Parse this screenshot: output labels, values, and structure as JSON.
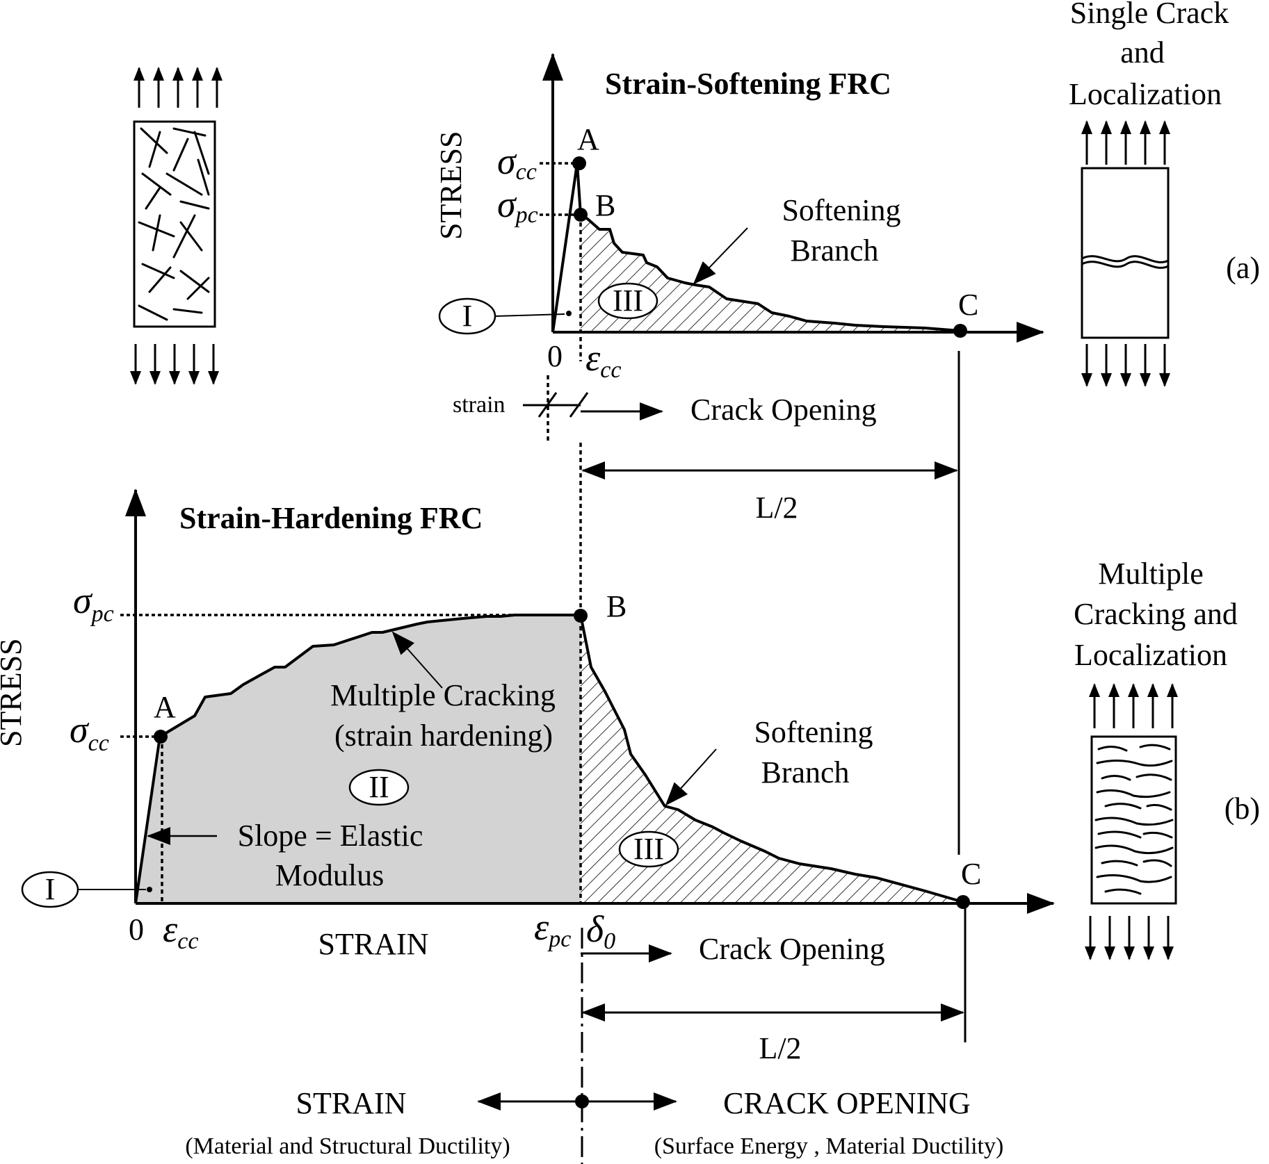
{
  "panel_a": {
    "title": "Strain-Softening FRC",
    "y_axis_label": "STRESS",
    "sigma_cc_symbol": "σ",
    "sigma_cc_sub": "cc",
    "sigma_pc_symbol": "σ",
    "sigma_pc_sub": "pc",
    "point_a": "A",
    "point_b": "B",
    "point_c": "C",
    "origin": "0",
    "eps_cc_symbol": "ε",
    "eps_cc_sub": "cc",
    "region_i": "I",
    "region_iii": "III",
    "softening_line1": "Softening",
    "softening_line2": "Branch",
    "strain_label": "strain",
    "crack_opening": "Crack Opening",
    "half_length": "L/2",
    "specimen_title_line1": "Single Crack",
    "specimen_title_line2": "and",
    "specimen_title_line3": "Localization",
    "panel_tag": "(a)"
  },
  "panel_b": {
    "title": "Strain-Hardening  FRC",
    "y_axis_label": "STRESS",
    "sigma_pc_symbol": "σ",
    "sigma_pc_sub": "pc",
    "sigma_cc_symbol": "σ",
    "sigma_cc_sub": "cc",
    "point_a": "A",
    "point_b": "B",
    "point_c": "C",
    "origin": "0",
    "eps_cc_symbol": "ε",
    "eps_cc_sub": "cc",
    "eps_pc_symbol": "ε",
    "eps_pc_sub": "pc",
    "delta_symbol": "δ",
    "delta_sub": "0",
    "x_axis_label": "STRAIN",
    "region_i": "I",
    "region_ii": "II",
    "region_iii": "III",
    "multiple_cracking_line1": "Multiple Cracking",
    "multiple_cracking_line2": "(strain hardening)",
    "slope_line1": "Slope =  Elastic",
    "slope_line2": "Modulus",
    "softening_line1": "Softening",
    "softening_line2": "Branch",
    "crack_opening": "Crack Opening",
    "half_length": "L/2",
    "specimen_title_line1": "Multiple",
    "specimen_title_line2": "Cracking and",
    "specimen_title_line3": "Localization",
    "panel_tag": "(b)"
  },
  "legend": {
    "left_title": "STRAIN",
    "left_sub": "(Material and Structural Ductility)",
    "right_title": "CRACK OPENING",
    "right_sub": "(Surface Energy , Material Ductility)"
  },
  "colors": {
    "ink": "#000000",
    "hardening_fill": "#d3d3d3",
    "background": "#ffffff"
  }
}
